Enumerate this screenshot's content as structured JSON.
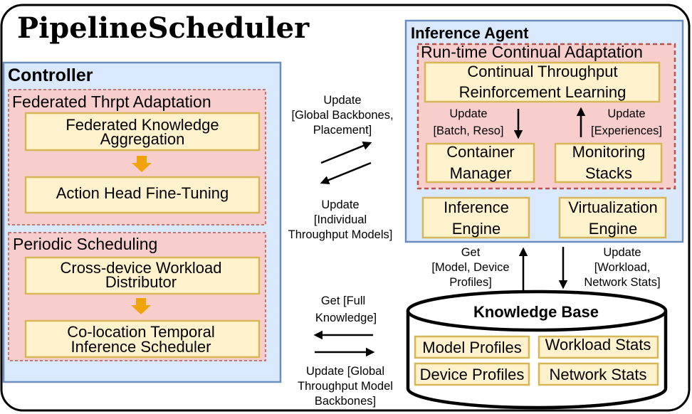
{
  "title": "PipelineScheduler",
  "controller": {
    "title": "Controller",
    "federated": {
      "title": "Federated Thrpt Adaptation",
      "aggregation": [
        "Federated Knowledge",
        "Aggregation"
      ],
      "fine_tuning": "Action Head Fine-Tuning"
    },
    "periodic": {
      "title": "Periodic Scheduling",
      "distributor": [
        "Cross-device Workload",
        "Distributor"
      ],
      "colocation": [
        "Co-location Temporal",
        "Inference Scheduler"
      ]
    }
  },
  "inference_agent": {
    "title": "Inference Agent",
    "runtime": {
      "title": "Run-time Continual Adaptation",
      "rl": [
        "Continual Throughput",
        "Reinforcement Learning"
      ],
      "update_left": [
        "Update",
        "[Batch, Reso]"
      ],
      "update_right": [
        "Update",
        "[Experiences]"
      ],
      "container_manager": [
        "Container",
        "Manager"
      ],
      "monitoring_stacks": [
        "Monitoring",
        "Stacks"
      ]
    },
    "inference_engine": [
      "Inference",
      "Engine"
    ],
    "virtualization_engine": [
      "Virtualization",
      "Engine"
    ]
  },
  "knowledge_base": {
    "title": "Knowledge Base",
    "model_profiles": "Model Profiles",
    "workload_stats": "Workload Stats",
    "device_profiles": "Device Profiles",
    "network_stats": "Network Stats"
  },
  "edges": {
    "top_update_out": [
      "Update",
      "[Global Backbones,",
      "Placement]"
    ],
    "top_update_in": [
      "Update",
      "[Individual",
      "Throughput Models]"
    ],
    "bottom_get": [
      "Get [Full",
      "Knowledge]"
    ],
    "bottom_update": [
      "Update [Global",
      "Throughput Model",
      "Backbones]"
    ],
    "agent_get": [
      "Get",
      "[Model, Device",
      "Profiles]"
    ],
    "agent_update": [
      "Update",
      "[Workload,",
      "Network Stats]"
    ]
  },
  "colors": {
    "outer_border": "#000000",
    "blue_fill": "#dae8fc",
    "blue_stroke": "#6c8ebf",
    "red_fill": "#f8cecc",
    "red_stroke": "#b85450",
    "yellow_fill": "#fff2cc",
    "yellow_stroke": "#d6b656",
    "orange_arrow": "#f0a30a"
  }
}
